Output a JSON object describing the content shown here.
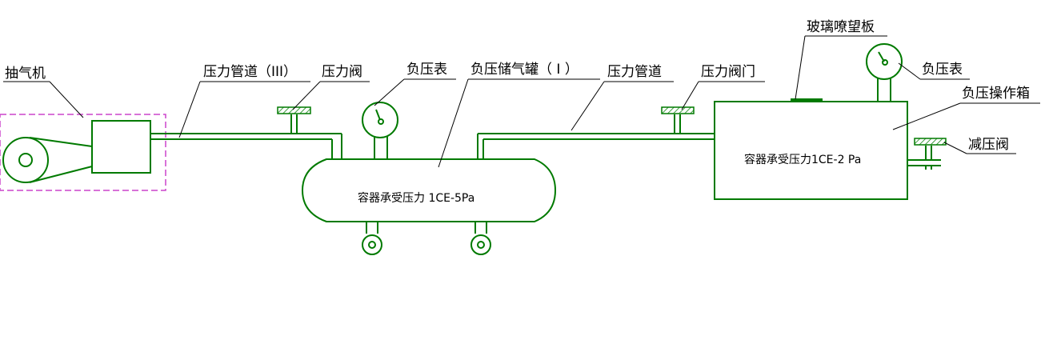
{
  "labels": {
    "pump": "抽气机",
    "pipe3": "压力管道（III）",
    "valve1": "压力阀",
    "gauge1": "负压表",
    "tank1": "负压储气罐（ I ）",
    "pipe": "压力管道",
    "valve2": "压力阀门",
    "window": "玻璃嘹望板",
    "gauge2": "负压表",
    "box": "负压操作箱",
    "reducer": "减压阀"
  },
  "inner": {
    "tank_text": "容器承受压力 1CE-5Pa",
    "box_text": "容器承受压力1CE-2 Pa"
  },
  "colors": {
    "line": "#007a00",
    "dashed_box": "#cc44cc",
    "hatch": "#007a00"
  }
}
